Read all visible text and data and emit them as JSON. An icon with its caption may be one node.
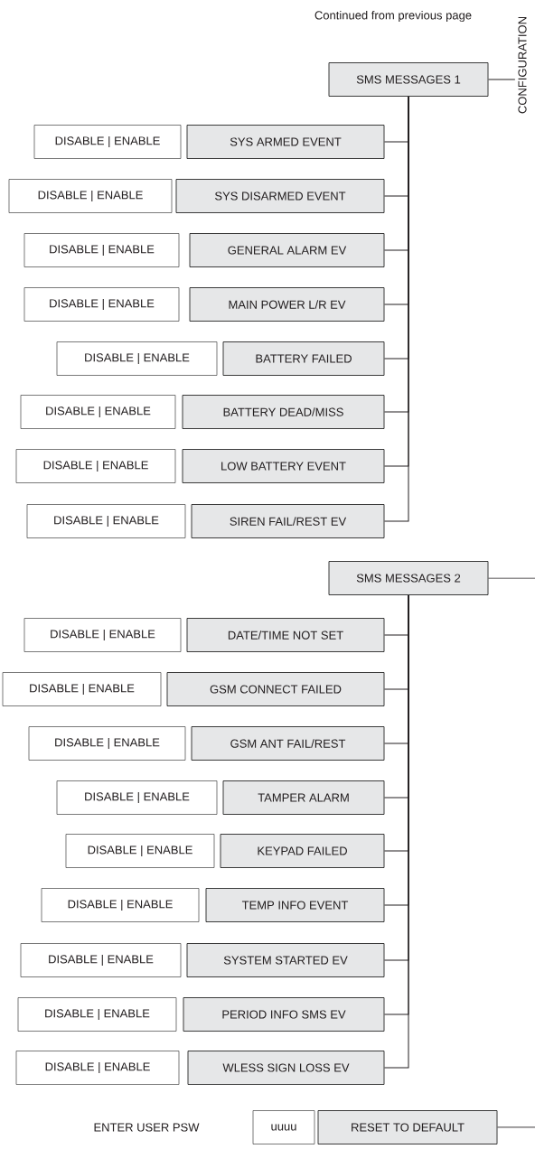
{
  "diagram": {
    "nodes": [
      {
        "text": [
          "SMS MESSAGES 1"
        ]
      },
      {
        "text": [
          "CONFIGURATION"
        ]
      },
      {
        "text": [
          "DISABLE | ENABLE"
        ]
      },
      {
        "text": [
          "SYS ARMED EVENT"
        ]
      },
      {
        "text": [
          "DISABLE | ENABLE"
        ]
      },
      {
        "text": [
          "SYS DISARMED EVENT"
        ]
      },
      {
        "text": [
          "DISABLE | ENABLE"
        ]
      },
      {
        "text": [
          "GENERAL ALARM EV"
        ]
      },
      {
        "text": [
          "DISABLE | ENABLE"
        ]
      },
      {
        "text": [
          "MAIN POWER L/R EV"
        ]
      },
      {
        "text": [
          "DISABLE | ENABLE"
        ]
      },
      {
        "text": [
          "BATTERY FAILED"
        ]
      },
      {
        "text": [
          "DISABLE | ENABLE"
        ]
      },
      {
        "text": [
          "BATTERY DEAD/MISS"
        ]
      },
      {
        "text": [
          "DISABLE | ENABLE"
        ]
      },
      {
        "text": [
          "LOW BATTERY EVENT"
        ]
      },
      {
        "text": [
          "DISABLE | ENABLE"
        ]
      },
      {
        "text": [
          "SIREN FAIL/REST EV"
        ]
      },
      {
        "text": [
          "SMS MESSAGES 2"
        ]
      },
      {
        "text": [
          "DISABLE | ENABLE"
        ]
      },
      {
        "text": [
          "DATE/TIME NOT SET"
        ]
      },
      {
        "text": [
          "DISABLE | ENABLE"
        ]
      },
      {
        "text": [
          "GSM CONNECT FAILED"
        ]
      },
      {
        "text": [
          "DISABLE | ENABLE"
        ]
      },
      {
        "text": [
          "GSM ANT FAIL/REST"
        ]
      },
      {
        "text": [
          "DISABLE | ENABLE"
        ]
      },
      {
        "text": [
          "TAMPER ALARM"
        ]
      },
      {
        "text": [
          "DISABLE | ENABLE"
        ]
      },
      {
        "text": [
          "KEYPAD FAILED"
        ]
      },
      {
        "text": [
          "DISABLE | ENABLE"
        ]
      },
      {
        "text": [
          "TEMP INFO EVENT"
        ]
      },
      {
        "text": [
          "DISABLE | ENABLE"
        ]
      },
      {
        "text": [
          "SYSTEM STARTED EV"
        ]
      },
      {
        "text": [
          "DISABLE | ENABLE"
        ]
      },
      {
        "text": [
          "PERIOD INFO SMS EV"
        ]
      },
      {
        "text": [
          "DISABLE | ENABLE"
        ]
      },
      {
        "text": [
          "WLESS SIGN LOSS EV"
        ]
      },
      {
        "text": [
          "uuuu"
        ]
      },
      {
        "text": [
          "RESET TO DEFAULT"
        ]
      }
    ],
    "edges": [
      {
        "from": 0,
        "to": 1,
        "arrow": "none"
      },
      {
        "from": 0,
        "to": 3,
        "arrow": "none"
      },
      {
        "from": 0,
        "to": 5,
        "arrow": "none"
      },
      {
        "from": 0,
        "to": 7,
        "arrow": "none"
      },
      {
        "from": 0,
        "to": 9,
        "arrow": "none"
      },
      {
        "from": 0,
        "to": 11,
        "arrow": "none"
      },
      {
        "from": 0,
        "to": 13,
        "arrow": "none"
      },
      {
        "from": 0,
        "to": 15,
        "arrow": "none"
      },
      {
        "from": 0,
        "to": 17,
        "arrow": "none"
      },
      {
        "from": 18,
        "to": null,
        "arrow": "none"
      },
      {
        "from": 18,
        "to": 20,
        "arrow": "none"
      },
      {
        "from": 18,
        "to": 22,
        "arrow": "none"
      },
      {
        "from": 18,
        "to": 24,
        "arrow": "none"
      },
      {
        "from": 18,
        "to": 26,
        "arrow": "none"
      },
      {
        "from": 18,
        "to": 28,
        "arrow": "none"
      },
      {
        "from": 18,
        "to": 30,
        "arrow": "none"
      },
      {
        "from": 18,
        "to": 32,
        "arrow": "none"
      },
      {
        "from": 18,
        "to": 34,
        "arrow": "none"
      },
      {
        "from": 18,
        "to": 36,
        "arrow": "none"
      },
      {
        "from": 38,
        "to": null,
        "arrow": "none"
      }
    ],
    "labels": [
      "Continued from previous page",
      "ENTER USER PSW"
    ]
  }
}
